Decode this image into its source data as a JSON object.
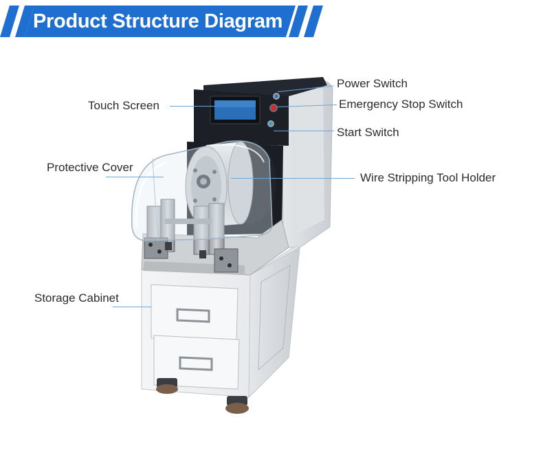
{
  "header": {
    "title": "Product Structure Diagram",
    "accent_color": "#1f6fd0"
  },
  "callouts": {
    "touch_screen": "Touch Screen",
    "protective_cover": "Protective Cover",
    "storage_cabinet": "Storage Cabinet",
    "power_switch": "Power Switch",
    "emergency_stop_switch": "Emergency Stop Switch",
    "start_switch": "Start Switch",
    "wire_stripping_tool_holder": "Wire Stripping Tool Holder"
  },
  "colors": {
    "leader_line": "#6aa7d8",
    "machine_body": "#eef0f2",
    "panel_dark": "#1c1f26",
    "screen": "#2b6fb8"
  }
}
